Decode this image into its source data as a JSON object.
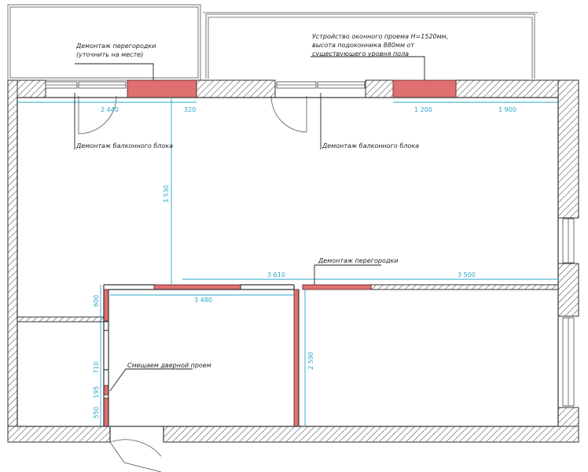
{
  "colors": {
    "wall_line": "#333333",
    "hatch": "#6d6d6d",
    "demolition": "#e07070",
    "dimension": "#2aa6c9",
    "text": "#222222"
  },
  "notes": {
    "partition_top_line1": "Демонтаж перегородки",
    "partition_top_line2": "(уточнить на месте)",
    "window_opening_line1": "Устройство оконного проема Н=1520мм,",
    "window_opening_line2": "высота подоконника 880мм от",
    "window_opening_line3": "существующего уровня пола",
    "balcony_block_left": "Демонтаж балконного блока",
    "balcony_block_right": "Демонтаж балконного блока",
    "partition_middle": "Демонтаж перегородки",
    "door_shift": "Смещаем дверной проем"
  },
  "dimensions": {
    "top_left_width": "2 440",
    "top_partition": "320",
    "window_new": "1 200",
    "window_right": "1 900",
    "vertical_left": "3 530",
    "horizontal_left": "3 610",
    "horizontal_right": "3 500",
    "corridor_width": "3 480",
    "vertical_mid": "2 590",
    "side_600": "600",
    "side_710": "710",
    "side_195": "195",
    "side_550": "550"
  }
}
